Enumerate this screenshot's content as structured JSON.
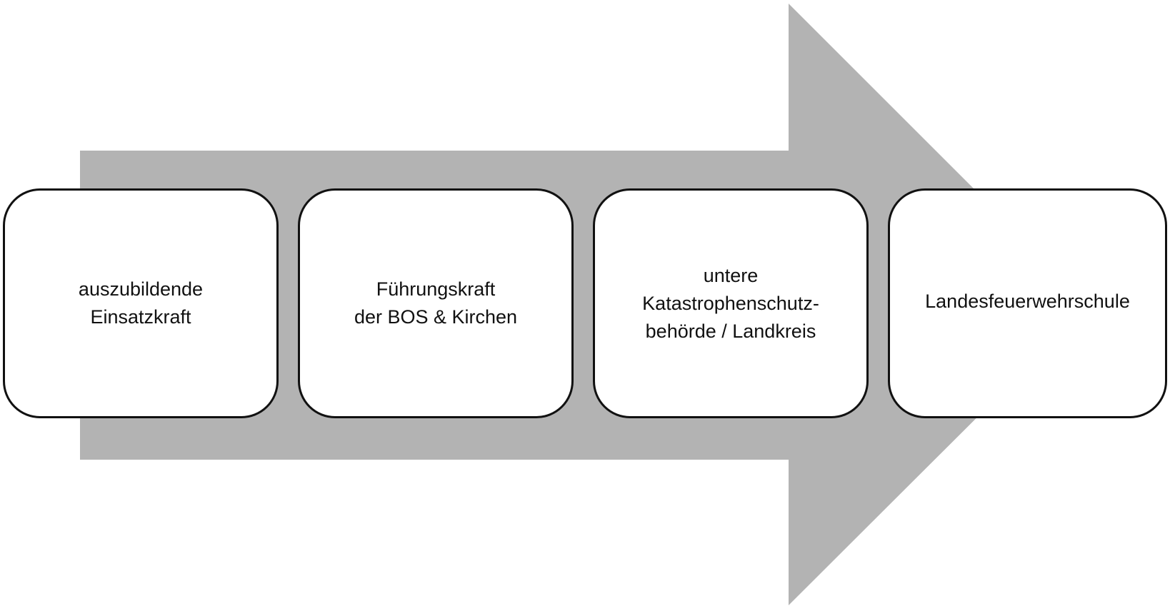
{
  "diagram": {
    "type": "process-arrow",
    "arrow_color": "#b3b3b3",
    "steps": [
      {
        "label": "auszubildende\nEinsatzkraft"
      },
      {
        "label": "Führungskraft\nder BOS & Kirchen"
      },
      {
        "label": "untere\nKatastrophenschutz-\nbehörde / Landkreis"
      },
      {
        "label": "Landesfeuerwehrschule"
      }
    ]
  }
}
